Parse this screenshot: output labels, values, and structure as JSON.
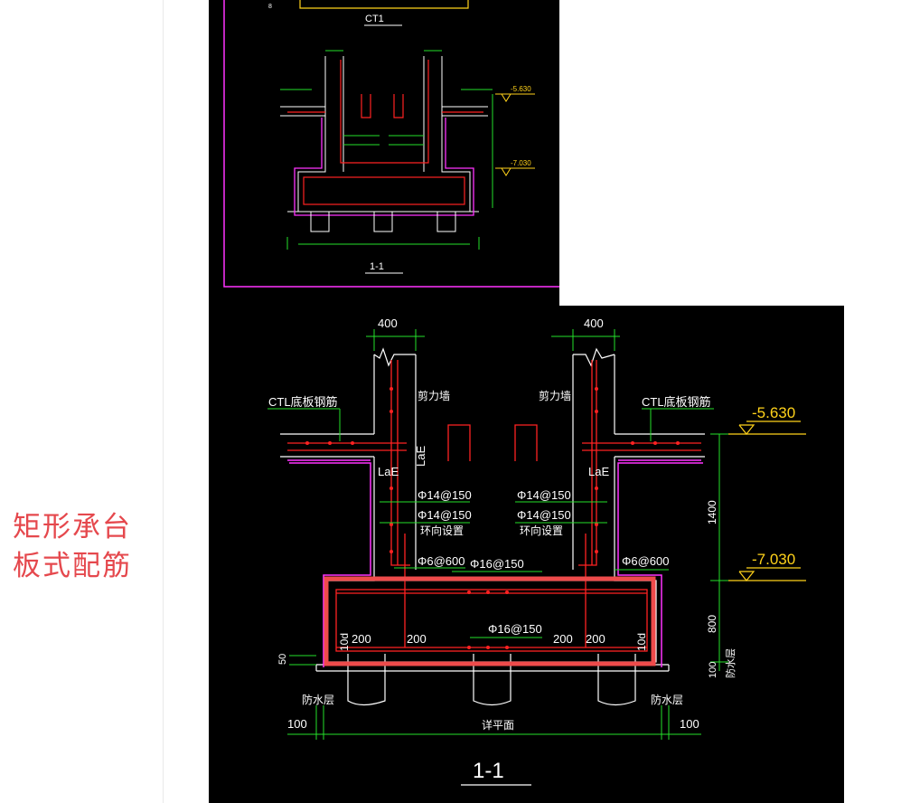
{
  "caption": {
    "line1": "矩形承台",
    "line2": "板式配筋"
  },
  "colors": {
    "highlight": "#ee4b4b",
    "cad_background": "#000000",
    "green": "#25e02a",
    "red": "#ff2222",
    "magenta": "#ff33ff",
    "yellow": "#ffd21a",
    "white": "#ffffff"
  },
  "top_drawing": {
    "title": "CT1",
    "section_label": "1-1"
  },
  "main_drawing": {
    "dim_wall_left": "400",
    "dim_wall_right": "400",
    "label_ctl_left": "CTL底板钢筋",
    "label_ctl_right": "CTL底板钢筋",
    "label_shear_wall_left": "剪力墙",
    "label_shear_wall_right": "剪力墙",
    "label_lae_vertical": "LaE",
    "label_lae_left": "LaE",
    "label_lae_right": "LaE",
    "rebar_side_1_left": "Φ14@150",
    "rebar_side_2_left": "Φ14@150",
    "rebar_side_1_right": "Φ14@150",
    "rebar_side_2_right": "Φ14@150",
    "note_ring_left": "环向设置",
    "note_ring_right": "环向设置",
    "stirrup_left": "Φ6@600",
    "stirrup_right": "Φ6@600",
    "rebar_top": "Φ16@150",
    "rebar_bottom": "Φ16@150",
    "dim_10d_left": "10d",
    "dim_10d_right": "10d",
    "dim_200_1": "200",
    "dim_200_2": "200",
    "dim_200_3": "200",
    "dim_200_4": "200",
    "elev_top": "-5.630",
    "elev_bottom": "-7.030",
    "dim_1400": "1400",
    "dim_800": "800",
    "dim_100_right": "100",
    "dim_50": "50",
    "label_waterproof_right": "防水层",
    "label_waterproof_bottom_left": "防水层",
    "label_waterproof_bottom_right": "防水层",
    "dim_100_bottom_left": "100",
    "dim_100_bottom_right": "100",
    "label_plan": "详平面",
    "section_label": "1-1"
  }
}
